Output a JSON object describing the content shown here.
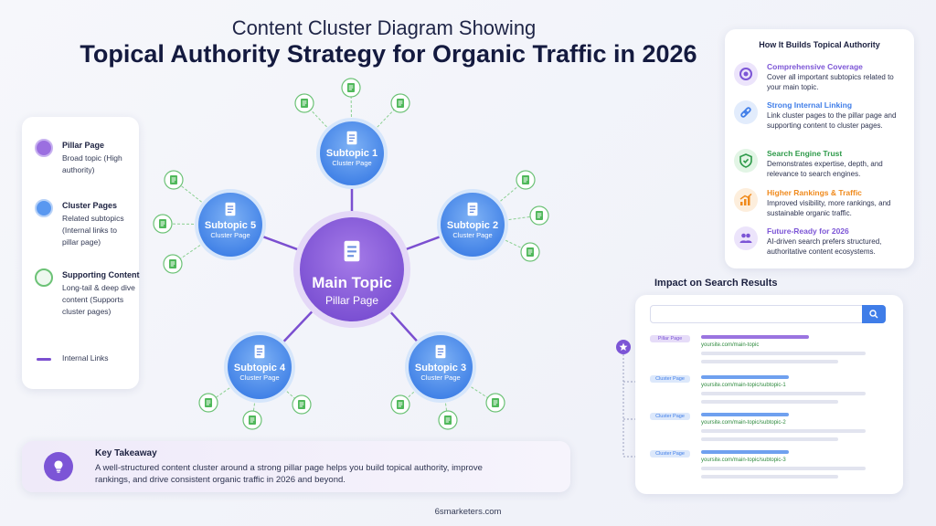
{
  "title_line1": "Content Cluster Diagram Showing",
  "title_line2": "Topical Authority Strategy for Organic Traffic in 2026",
  "legend": {
    "pillar": {
      "title": "Pillar Page",
      "desc": "Broad topic (High authority)"
    },
    "cluster": {
      "title": "Cluster Pages",
      "desc": "Related subtopics (Internal links to pillar page)"
    },
    "supporting": {
      "title": "Supporting Content",
      "desc": "Long-tail & deep dive content (Supports cluster pages)"
    },
    "links": "Internal Links"
  },
  "main_node": {
    "title": "Main Topic",
    "subtitle": "Pillar Page"
  },
  "subtopics": [
    {
      "title": "Subtopic 1",
      "subtitle": "Cluster Page"
    },
    {
      "title": "Subtopic 2",
      "subtitle": "Cluster Page"
    },
    {
      "title": "Subtopic 3",
      "subtitle": "Cluster Page"
    },
    {
      "title": "Subtopic 4",
      "subtitle": "Cluster Page"
    },
    {
      "title": "Subtopic 5",
      "subtitle": "Cluster Page"
    }
  ],
  "how": {
    "heading": "How It Builds Topical Authority",
    "items": [
      {
        "title": "Comprehensive Coverage",
        "desc": "Cover all important subtopics related to your main topic.",
        "color": "#7c55d6",
        "icon": "target-icon"
      },
      {
        "title": "Strong Internal Linking",
        "desc": "Link cluster pages to the pillar page and supporting content to cluster pages.",
        "color": "#3f7de8",
        "icon": "link-icon"
      },
      {
        "title": "Search Engine Trust",
        "desc": "Demonstrates expertise, depth, and relevance to search engines.",
        "color": "#2e9a4a",
        "icon": "shield-icon"
      },
      {
        "title": "Higher Rankings & Traffic",
        "desc": "Improved visibility, more rankings, and sustainable organic traffic.",
        "color": "#f08a1c",
        "icon": "chart-icon"
      },
      {
        "title": "Future-Ready for 2026",
        "desc": "AI-driven search prefers structured, authoritative content ecosystems.",
        "color": "#7c55d6",
        "icon": "users-icon"
      }
    ]
  },
  "impact": {
    "heading": "Impact on Search Results",
    "results": [
      {
        "tag": "Pillar Page",
        "url": "yoursite.com/main-topic",
        "kind": "pillar"
      },
      {
        "tag": "Cluster Page",
        "url": "yoursite.com/main-topic/subtopic-1",
        "kind": "cluster"
      },
      {
        "tag": "Cluster Page",
        "url": "yoursite.com/main-topic/subtopic-2",
        "kind": "cluster"
      },
      {
        "tag": "Cluster Page",
        "url": "yoursite.com/main-topic/subtopic-3",
        "kind": "cluster"
      }
    ]
  },
  "takeaway": {
    "title": "Key Takeaway",
    "text": "A well-structured content cluster around a strong pillar page helps you build topical authority, improve rankings, and drive consistent organic traffic in 2026 and beyond."
  },
  "footer": "6smarketers.com",
  "colors": {
    "pillar": "#8a5fd8",
    "cluster": "#4a8bee",
    "supporting": "#4fb85a",
    "link": "#7b4fd0"
  }
}
